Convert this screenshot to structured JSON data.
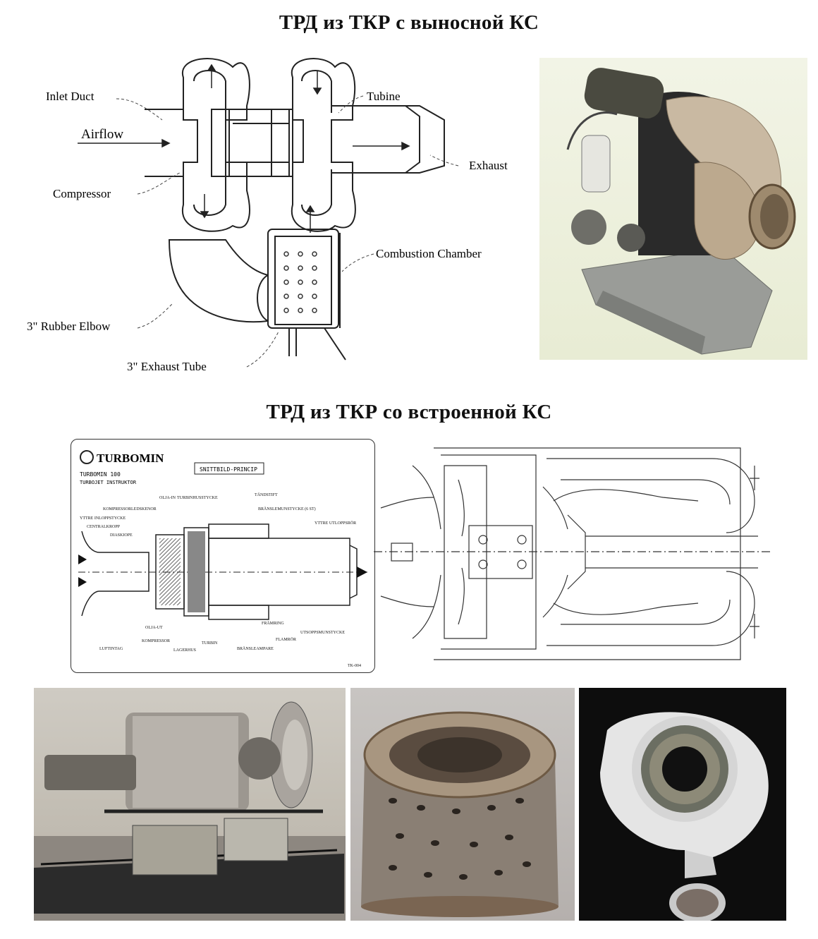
{
  "section1": {
    "title": "ТРД из ТКР с выносной КС",
    "diagram_labels": {
      "inlet_duct": "Inlet Duct",
      "airflow": "Airflow",
      "compressor": "Compressor",
      "turbine": "Tubine",
      "exhaust": "Exhaust",
      "combustion_chamber": "Combustion Chamber",
      "rubber_elbow": "3\" Rubber Elbow",
      "exhaust_tube": "3\" Exhaust Tube"
    }
  },
  "section2": {
    "title": "ТРД из ТКР со встроенной КС",
    "turbomin": {
      "brand": "TURBOMIN",
      "model": "TURBOMIN 100",
      "subtitle": "TURBOJET INSTRUKTOR",
      "box_title": "SNITTBILD-PRINCIP",
      "labels": {
        "olja_in": "OLJA-IN",
        "turbinhus": "TURBINHUSSTYCKE",
        "tandstift": "TÄNDSTIFT",
        "kompressor_skenor": "KOMPRESSORLEDSKENOR",
        "bransle": "BRÄNSLEMUNSTYCKE (6 ST)",
        "yttre_inlopp": "YTTRE INLOPPSTYCKE",
        "centralkropp": "CENTRALKROPP",
        "diaskiope": "DIASKIOPE",
        "yttre_utlopp": "YTTRE UTLOPPSRÖR",
        "olja_ut": "OLJA-UT",
        "framring": "FRÄMRING",
        "flamror": "FLAMRÖR",
        "stoppsm": "UTSOPPSMUNSTYCKE",
        "luftintag": "LUFTINTAG",
        "compressor": "KOMPRESSOR",
        "turbin": "TURBIN",
        "lagerhus": "LAGERHUS",
        "bransleampare": "BRÄNSLEAMPARE",
        "code": "TK-004"
      }
    }
  },
  "photos": [
    {
      "name": "external-burner-engine-photo"
    },
    {
      "name": "turbojet-on-stand-photo"
    },
    {
      "name": "perforated-combustor-liner-photo"
    },
    {
      "name": "compressor-housing-photo"
    }
  ],
  "colors": {
    "line": "#222222",
    "photo_bg_top": "#eef0df",
    "liner": "#8a7f74"
  }
}
